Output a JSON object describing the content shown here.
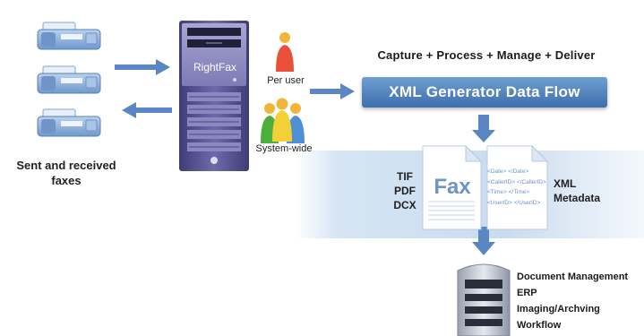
{
  "faxes": {
    "caption_line1": "Sent and received",
    "caption_line2": "faxes"
  },
  "server": {
    "label": "RightFax"
  },
  "users": {
    "per_user_label": "Per user",
    "system_wide_label": "System-wide"
  },
  "flow": {
    "headline": "Capture + Process + Manage + Deliver",
    "banner": "XML Generator Data Flow"
  },
  "formats": [
    "TIF",
    "PDF",
    "DCX"
  ],
  "fax_doc": {
    "title": "Fax"
  },
  "xml_doc": {
    "lines": [
      "<Date> </Date>",
      "<CallerID> </CallerID>",
      "<Time> </Time>",
      "<UserID> </UserID>"
    ],
    "label_line1": "XML",
    "label_line2": "Metadata"
  },
  "destinations": [
    "Document Management",
    "ERP",
    "Imaging/Archving",
    "Workflow"
  ],
  "colors": {
    "accent_blue": "#4f7fbf",
    "band_blue": "#cfe0f1",
    "server_purple": "#5d5a9a",
    "fax_blue": "#8fb3dd",
    "user_red": "#e8503a",
    "user_yellow": "#f2d037",
    "user_green": "#4caf3c",
    "user_blue": "#4f8fd6"
  }
}
